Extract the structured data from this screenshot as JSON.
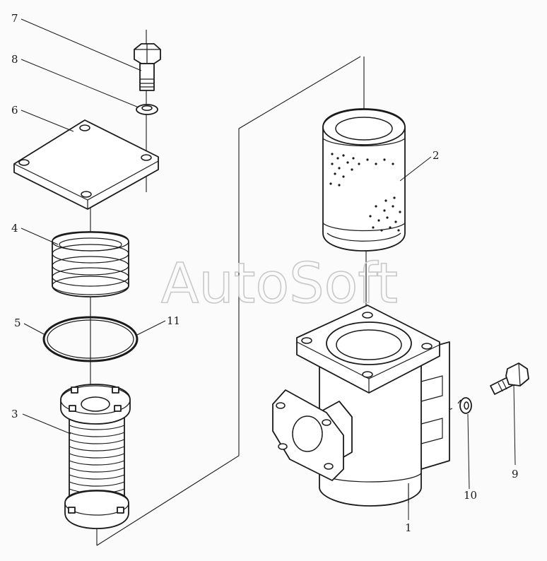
{
  "watermark": "AutoSoft",
  "callouts": {
    "c1": "1",
    "c2": "2",
    "c3": "3",
    "c4": "4",
    "c5": "5",
    "c6": "6",
    "c7": "7",
    "c8": "8",
    "c9": "9",
    "c10": "10",
    "c11": "11"
  },
  "colors": {
    "ink": "#1a1a1a",
    "watermark": "#c8c8c8",
    "background": "#fbfbfb"
  }
}
